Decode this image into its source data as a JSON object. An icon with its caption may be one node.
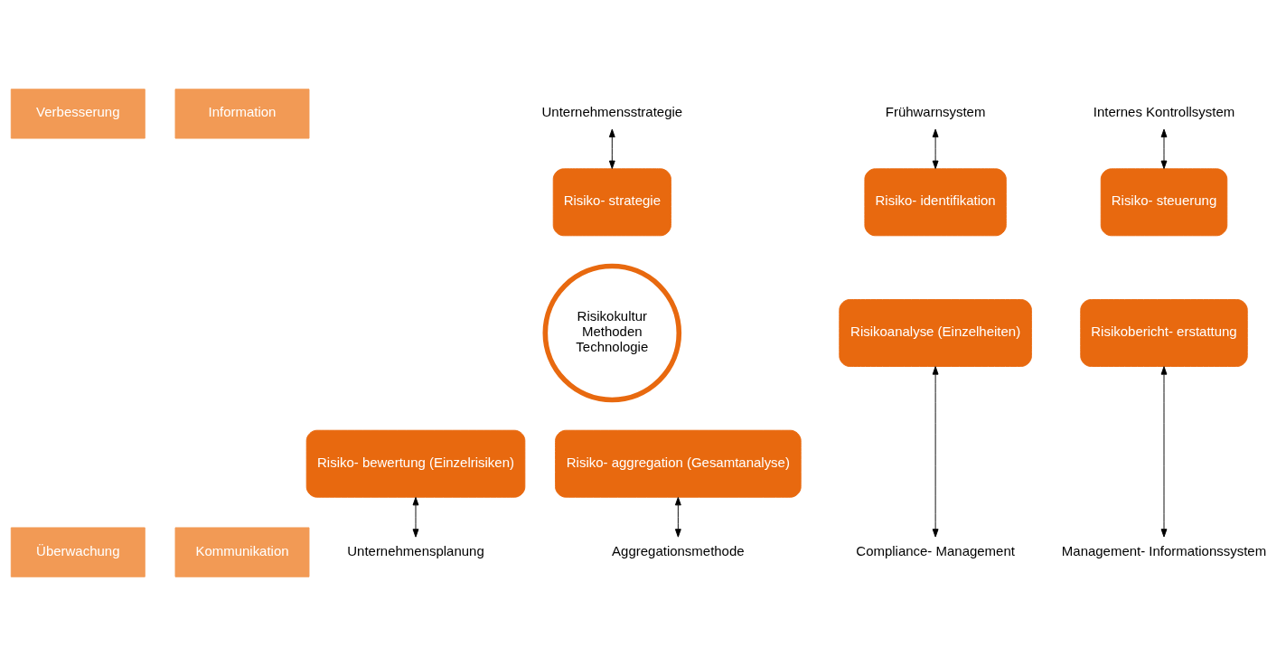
{
  "diagram": {
    "nodes": [
      {
        "text": [
          "Verbesserung"
        ]
      },
      {
        "text": [
          "Information"
        ]
      },
      {
        "text": [
          "Überwachung"
        ]
      },
      {
        "text": [
          "Kommunikation"
        ]
      },
      {
        "text": [
          "Risikokultur",
          "Methoden",
          "Technologie"
        ]
      },
      {
        "text": [
          "Risiko- strategie"
        ]
      },
      {
        "text": [
          "Risiko- identifikation"
        ]
      },
      {
        "text": [
          "Risikoanalyse (Einzelheiten)"
        ]
      },
      {
        "text": [
          "Risiko- bewertung (Einzelrisiken)"
        ]
      },
      {
        "text": [
          "Risiko- aggregation (Gesamtanalyse)"
        ]
      },
      {
        "text": [
          "Risikobericht- erstattung"
        ]
      },
      {
        "text": [
          "Risiko- steuerung"
        ]
      },
      {
        "text": [
          "Unternehmensstrategie"
        ]
      },
      {
        "text": [
          "Frühwarnsystem"
        ]
      },
      {
        "text": [
          "Compliance- Management"
        ]
      },
      {
        "text": [
          "Unternehmensplanung"
        ]
      },
      {
        "text": [
          "Aggregationsmethode"
        ]
      },
      {
        "text": [
          "Management- Informationssystem"
        ]
      },
      {
        "text": [
          "Internes Kontrollsystem"
        ]
      }
    ],
    "edges": [
      {
        "from": 12,
        "to": 5,
        "arrow": "both"
      },
      {
        "from": 13,
        "to": 6,
        "arrow": "both"
      },
      {
        "from": 7,
        "to": 14,
        "arrow": "both"
      },
      {
        "from": 8,
        "to": 15,
        "arrow": "both"
      },
      {
        "from": 9,
        "to": 16,
        "arrow": "both"
      },
      {
        "from": 10,
        "to": 17,
        "arrow": "both"
      },
      {
        "from": 18,
        "to": 11,
        "arrow": "both"
      }
    ]
  }
}
